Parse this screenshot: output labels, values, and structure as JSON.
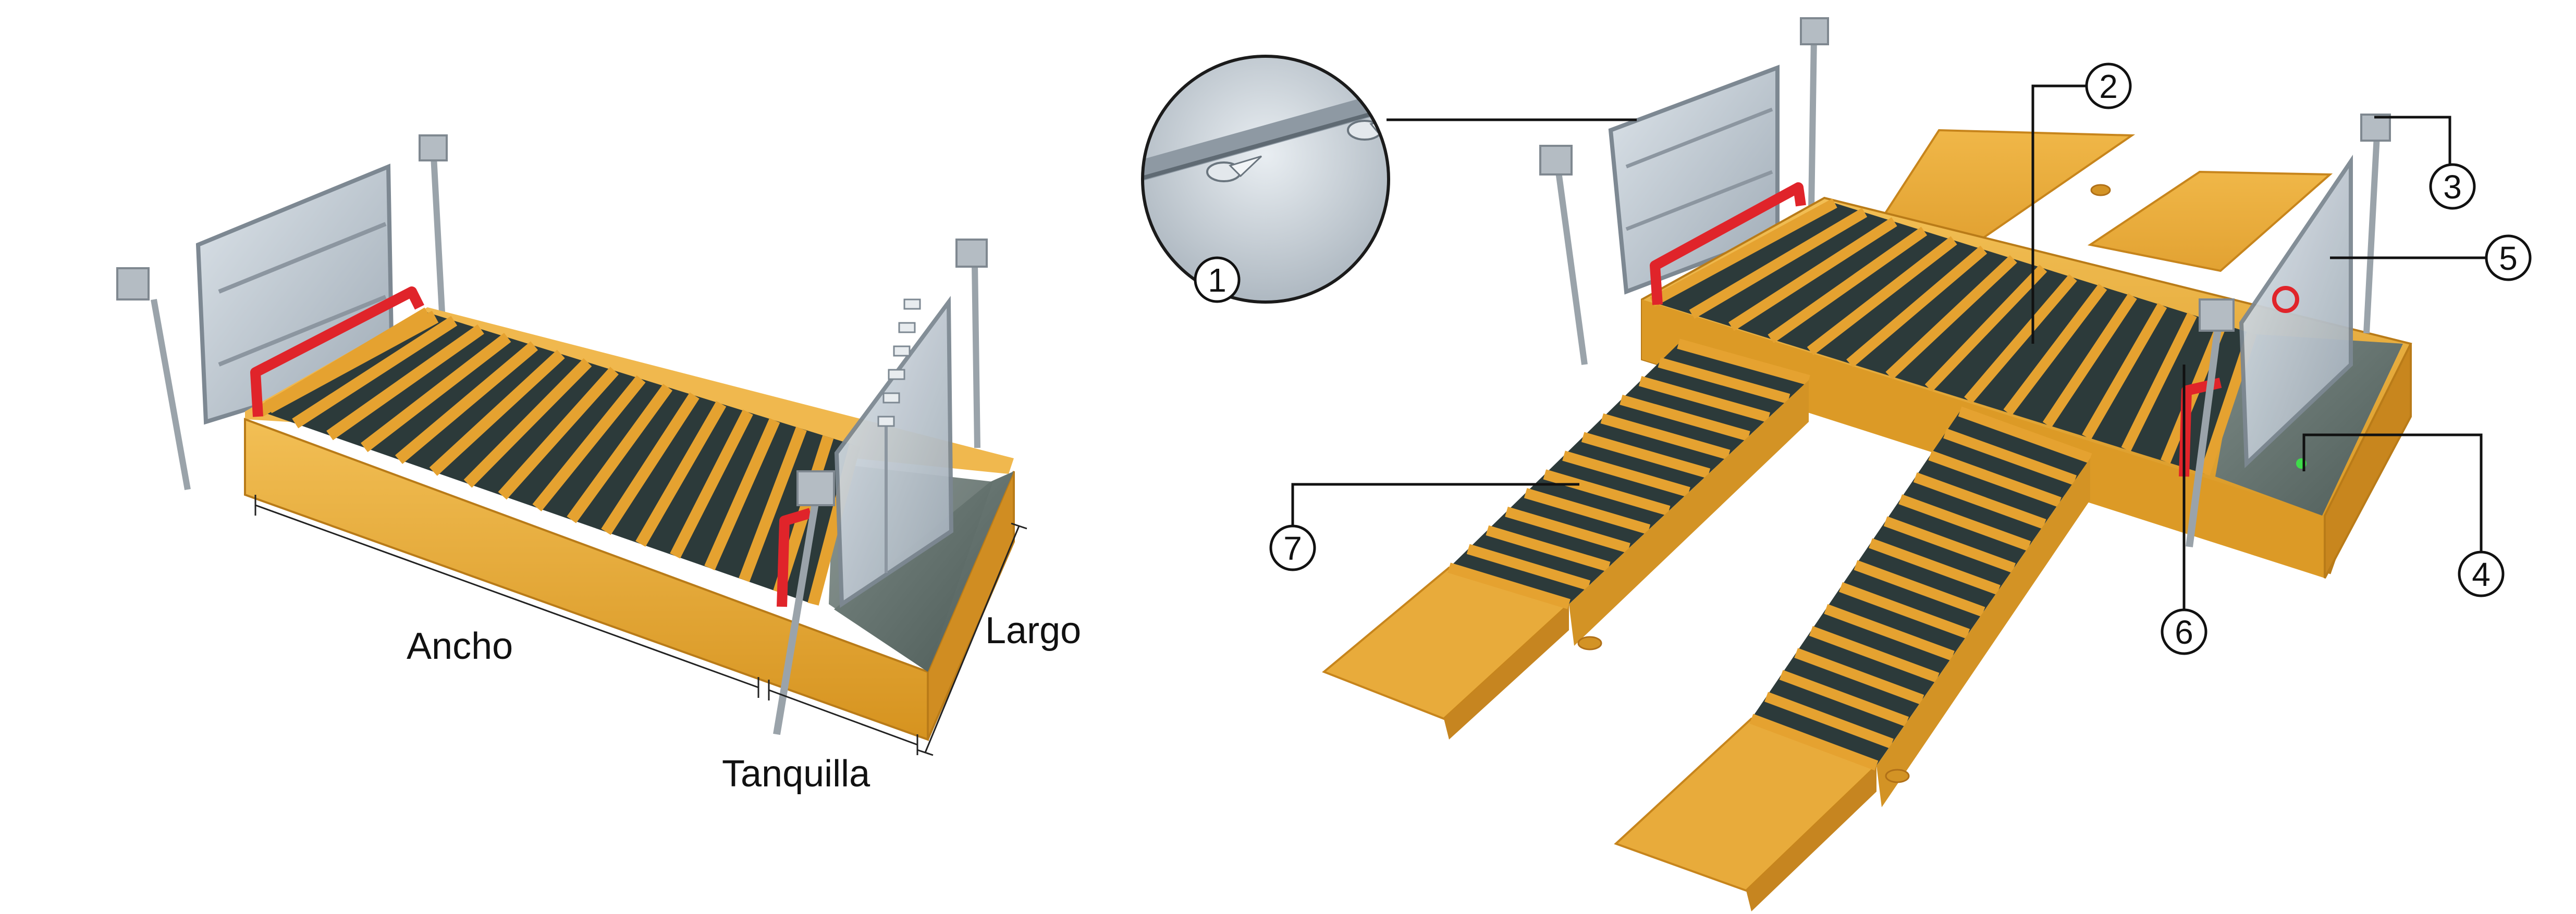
{
  "labels": {
    "ancho": "Ancho",
    "largo": "Largo",
    "tanquilla": "Tanquilla"
  },
  "callouts": [
    "1",
    "2",
    "3",
    "4",
    "5",
    "6",
    "7"
  ],
  "colors": {
    "frame": "#E7A734",
    "frame_dark": "#C7851C",
    "frame_light": "#F2BF55",
    "slat": "#E5A230",
    "gap": "#2C3A3A",
    "rail": "#E0242A",
    "steel": "#C2C9CF",
    "panel": "#B8C4CE",
    "water": "#5C6A66",
    "leader": "#111111"
  },
  "icons": [
    "magnifier-detail-icon",
    "spray-nozzle-icon",
    "sensor-box-icon"
  ]
}
